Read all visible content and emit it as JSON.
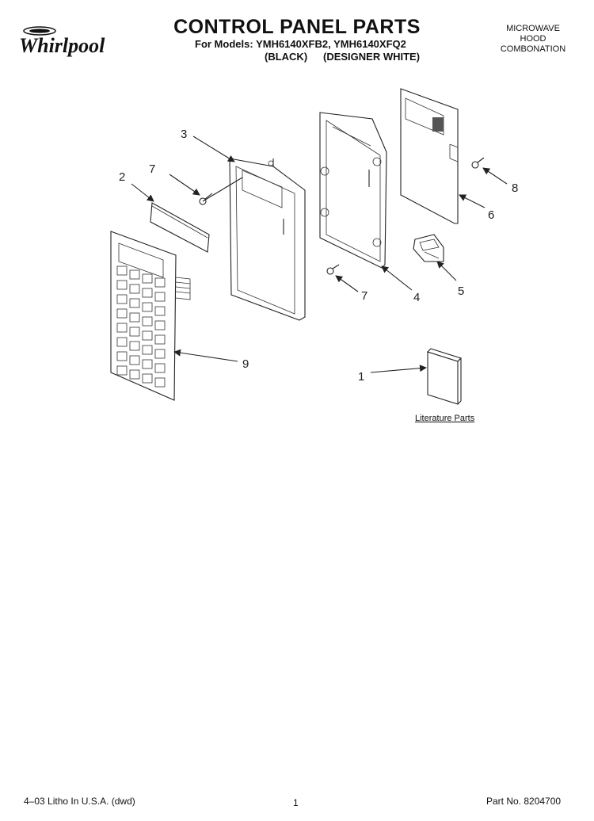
{
  "header": {
    "brand": "Whirlpool",
    "title": "CONTROL PANEL PARTS",
    "models_prefix": "For Models:",
    "models": "YMH6140XFB2, YMH6140XFQ2",
    "color_black": "(BLACK)",
    "color_white": "(DESIGNER WHITE)",
    "category": [
      "MICROWAVE",
      "HOOD",
      "COMBONATION"
    ]
  },
  "callouts": [
    {
      "id": "3",
      "label": "3"
    },
    {
      "id": "2",
      "label": "2"
    },
    {
      "id": "7a",
      "label": "7"
    },
    {
      "id": "8",
      "label": "8"
    },
    {
      "id": "6",
      "label": "6"
    },
    {
      "id": "5",
      "label": "5"
    },
    {
      "id": "4",
      "label": "4"
    },
    {
      "id": "7b",
      "label": "7"
    },
    {
      "id": "9",
      "label": "9"
    },
    {
      "id": "1",
      "label": "1"
    }
  ],
  "literature_label": "Literature Parts",
  "footer": {
    "litho": "4–03 Litho In U.S.A. (dwd)",
    "page": "1",
    "part_no": "Part No. 8204700"
  }
}
